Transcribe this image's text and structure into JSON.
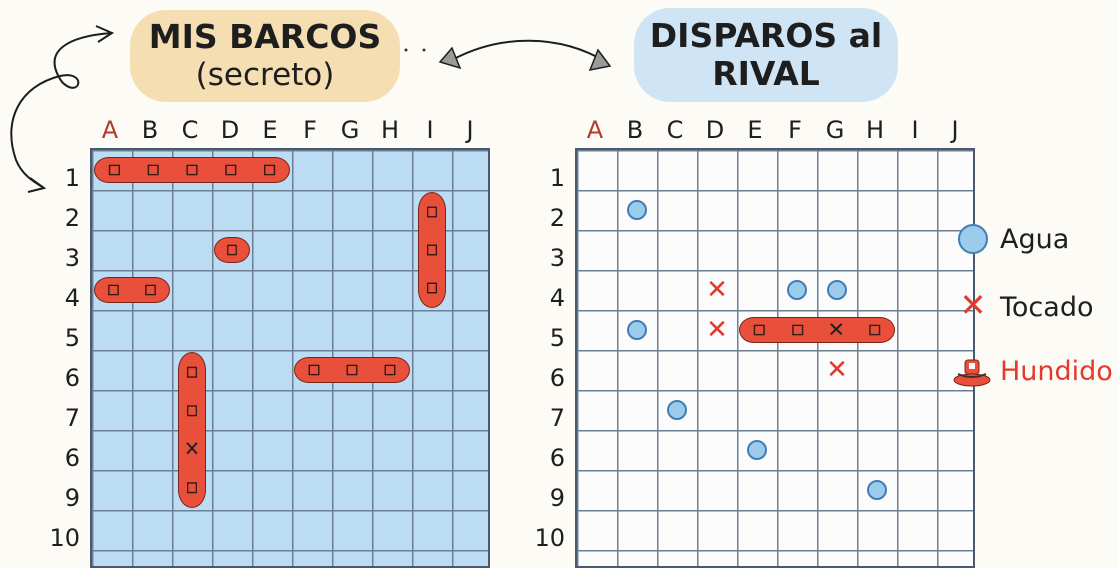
{
  "header": {
    "left_title": "MIS BARCOS",
    "left_subtitle": "(secreto)",
    "right_title_line1": "DISPAROS al",
    "right_title_line2": "RIVAL"
  },
  "columns": [
    "A",
    "B",
    "C",
    "D",
    "E",
    "F",
    "G",
    "H",
    "I",
    "J"
  ],
  "rows": [
    "1",
    "2",
    "3",
    "4",
    "5",
    "6",
    "7",
    "6",
    "9",
    "10"
  ],
  "legend": {
    "water": "Agua",
    "hit": "Tocado",
    "sunk": "Hundido"
  },
  "colors": {
    "ship": "#e9503c",
    "water_marker": "#9ccbec",
    "hit_marker": "#e23a2c",
    "my_board_bg": "#bcdcf3",
    "first_column_label": "#b33b2c"
  },
  "my_board": {
    "ships": [
      {
        "id": "ship-row1",
        "start": "A1",
        "end": "E1",
        "orientation": "horizontal"
      },
      {
        "id": "ship-i2",
        "start": "I2",
        "end": "I4",
        "orientation": "vertical"
      },
      {
        "id": "ship-d3",
        "start": "D3",
        "end": "D3",
        "orientation": "horizontal"
      },
      {
        "id": "ship-a4",
        "start": "A4",
        "end": "B4",
        "orientation": "horizontal"
      },
      {
        "id": "ship-c6",
        "start": "C6",
        "end": "C9",
        "orientation": "vertical",
        "hit_marks": [
          "C8"
        ]
      },
      {
        "id": "ship-f6",
        "start": "F6",
        "end": "H6",
        "orientation": "horizontal"
      }
    ]
  },
  "rival_board": {
    "water": [
      "B2",
      "F4",
      "G4",
      "B5",
      "C7",
      "E8",
      "H9"
    ],
    "hits": [
      "D4",
      "D5",
      "G6"
    ],
    "sunk": [
      {
        "start": "E5",
        "end": "H5",
        "hit_marks": [
          "G5"
        ]
      }
    ]
  }
}
